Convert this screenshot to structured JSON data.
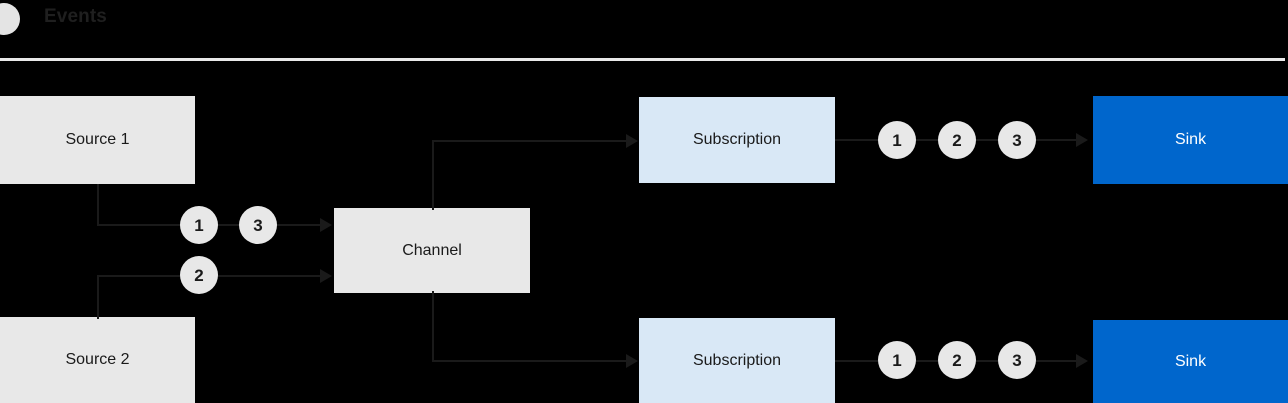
{
  "header": {
    "dot_icon": "events-dot-icon",
    "title": "Events",
    "divider_color": "#e9e9e9"
  },
  "colors": {
    "background": "#000000",
    "source_fill": "#e8e8e8",
    "channel_fill": "#e8e8e8",
    "subscription_fill": "#d9e8f6",
    "sink_fill": "#0066cc",
    "sink_text": "#ffffff",
    "connector": "#1a1a1a",
    "badge_fill": "#e8e8e8",
    "badge_text": "#1a1a1a"
  },
  "nodes": {
    "source_1": {
      "label": "Source 1"
    },
    "source_2": {
      "label": "Source 2"
    },
    "channel": {
      "label": "Channel"
    },
    "subscription_top": {
      "label": "Subscription"
    },
    "subscription_bottom": {
      "label": "Subscription"
    },
    "sink_top": {
      "label": "Sink"
    },
    "sink_bottom": {
      "label": "Sink"
    }
  },
  "badges": {
    "source1_to_channel": [
      "1",
      "3"
    ],
    "source2_to_channel": [
      "2"
    ],
    "subscription_top_to_sink": [
      "1",
      "2",
      "3"
    ],
    "subscription_bottom_to_sink": [
      "1",
      "2",
      "3"
    ]
  }
}
